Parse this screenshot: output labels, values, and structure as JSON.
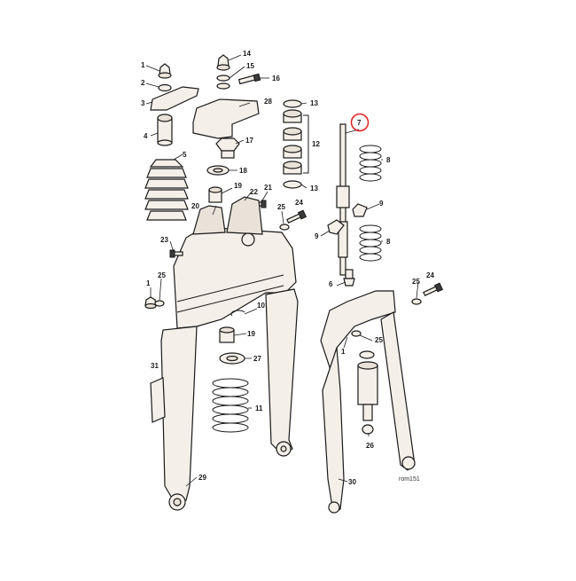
{
  "colors": {
    "background": "#ffffff",
    "line": "#1a1a1a",
    "part_fill": "#f4efe8",
    "part_shade": "#e9e2d8",
    "highlight_circle": "#e0201c"
  },
  "highlighted_callout": "7",
  "catalog_ref": "rom151",
  "callouts": [
    {
      "id": "c1a",
      "label": "1"
    },
    {
      "id": "c2",
      "label": "2"
    },
    {
      "id": "c3",
      "label": "3"
    },
    {
      "id": "c4",
      "label": "4"
    },
    {
      "id": "c5",
      "label": "5"
    },
    {
      "id": "c14",
      "label": "14"
    },
    {
      "id": "c15",
      "label": "15"
    },
    {
      "id": "c16",
      "label": "16"
    },
    {
      "id": "c28",
      "label": "28"
    },
    {
      "id": "c17",
      "label": "17"
    },
    {
      "id": "c18",
      "label": "18"
    },
    {
      "id": "c19a",
      "label": "19"
    },
    {
      "id": "c20",
      "label": "20"
    },
    {
      "id": "c21",
      "label": "21"
    },
    {
      "id": "c22",
      "label": "22"
    },
    {
      "id": "c13a",
      "label": "13"
    },
    {
      "id": "c12",
      "label": "12"
    },
    {
      "id": "c13b",
      "label": "13"
    },
    {
      "id": "c7",
      "label": "7"
    },
    {
      "id": "c8a",
      "label": "8"
    },
    {
      "id": "c9a",
      "label": "9"
    },
    {
      "id": "c9b",
      "label": "9"
    },
    {
      "id": "c8b",
      "label": "8"
    },
    {
      "id": "c25a",
      "label": "25"
    },
    {
      "id": "c24a",
      "label": "24"
    },
    {
      "id": "c23",
      "label": "23"
    },
    {
      "id": "c1b",
      "label": "1"
    },
    {
      "id": "c25b",
      "label": "25"
    },
    {
      "id": "c6",
      "label": "6"
    },
    {
      "id": "c25c",
      "label": "25"
    },
    {
      "id": "c24b",
      "label": "24"
    },
    {
      "id": "c10",
      "label": "10"
    },
    {
      "id": "c19b",
      "label": "19"
    },
    {
      "id": "c27",
      "label": "27"
    },
    {
      "id": "c25d",
      "label": "25"
    },
    {
      "id": "c1c",
      "label": "1"
    },
    {
      "id": "c31",
      "label": "31"
    },
    {
      "id": "c11",
      "label": "11"
    },
    {
      "id": "c26",
      "label": "26"
    },
    {
      "id": "c29",
      "label": "29"
    },
    {
      "id": "c30",
      "label": "30"
    }
  ]
}
